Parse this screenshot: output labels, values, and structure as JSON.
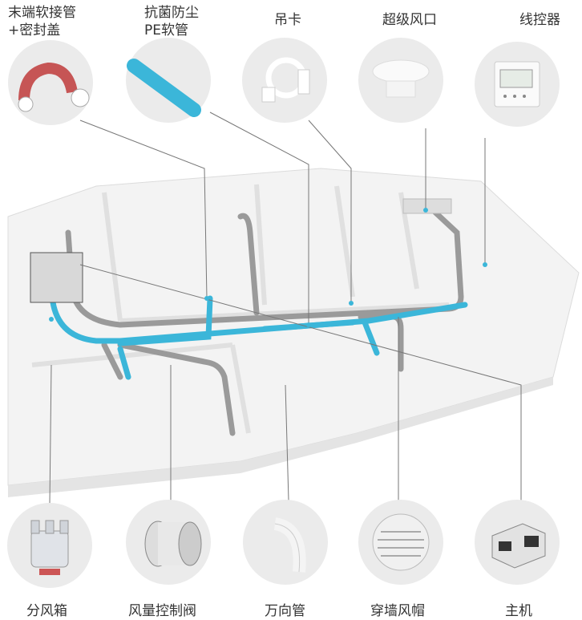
{
  "top_components": [
    {
      "label_line1": "末端软接管",
      "label_line2": "+密封盖",
      "icon": "flexible-duct-with-cap"
    },
    {
      "label_line1": "抗菌防尘",
      "label_line2": "PE软管",
      "icon": "pe-hose"
    },
    {
      "label_line1": "吊卡",
      "label_line2": "",
      "icon": "pipe-clamp"
    },
    {
      "label_line1": "超级风口",
      "label_line2": "",
      "icon": "air-diffuser"
    },
    {
      "label_line1": "线控器",
      "label_line2": "",
      "icon": "wired-controller"
    }
  ],
  "bottom_components": [
    {
      "label": "分风箱",
      "icon": "distribution-box"
    },
    {
      "label": "风量控制阀",
      "icon": "air-volume-valve"
    },
    {
      "label": "万向管",
      "icon": "universal-elbow"
    },
    {
      "label": "穿墙风帽",
      "icon": "wall-vent-cap"
    },
    {
      "label": "主机",
      "icon": "main-unit"
    }
  ],
  "colors": {
    "fresh_air_pipe": "#3bb6d9",
    "exhaust_pipe": "#9a9a9a",
    "circle_bg": "#ebebeb",
    "floor": "#f2f2f2"
  }
}
